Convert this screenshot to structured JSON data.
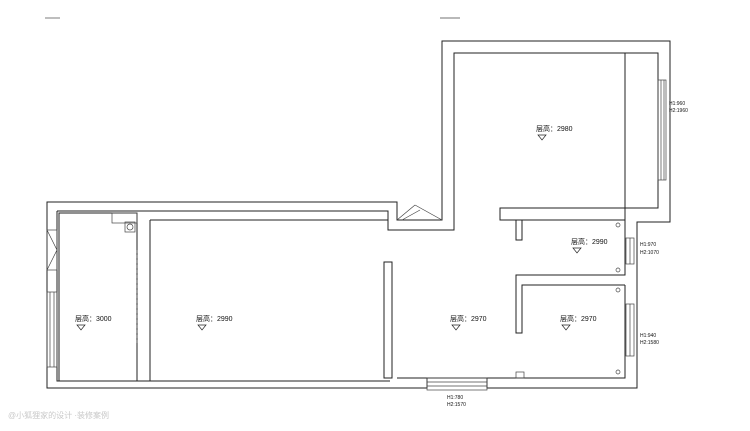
{
  "rooms": [
    {
      "id": "left",
      "label": "层高：3000"
    },
    {
      "id": "living",
      "label": "层高：2990"
    },
    {
      "id": "hall",
      "label": "层高：2970"
    },
    {
      "id": "top-right",
      "label": "层高：2980"
    },
    {
      "id": "bath",
      "label": "层高：2990"
    },
    {
      "id": "bedroom",
      "label": "层高：2970"
    }
  ],
  "windows": [
    {
      "id": "top-right",
      "h1": "H1:960",
      "h2": "H2:1960"
    },
    {
      "id": "bath",
      "h1": "H1:970",
      "h2": "H2:1070"
    },
    {
      "id": "bedroom",
      "h1": "H1:940",
      "h2": "H2:1580"
    },
    {
      "id": "bottom",
      "h1": "H1:780",
      "h2": "H2:1570"
    }
  ],
  "watermark": "@小狐狸家的设计 ·装修案例"
}
